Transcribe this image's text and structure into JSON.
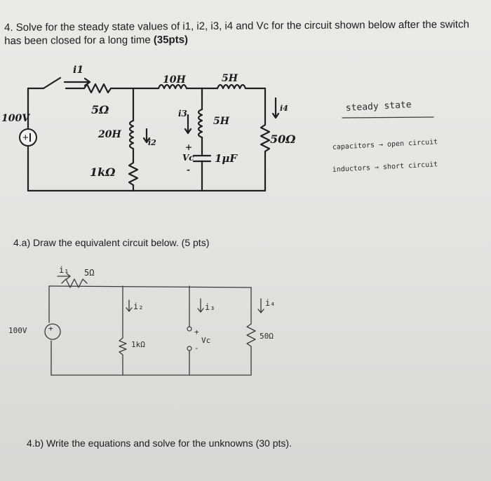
{
  "question": {
    "number": "4.",
    "text": "Solve for the steady state values of i1, i2, i3, i4 and Vc for the circuit shown below after the switch has been closed for a long time",
    "points": "(35pts)"
  },
  "circuit_1": {
    "i1": "i1",
    "r5": "5Ω",
    "l10": "10H",
    "l5a": "5H",
    "source": "100V",
    "i3": "i3",
    "l5b": "5H",
    "i4": "i4",
    "l20": "20H",
    "i2": "i2",
    "vc": "Vc",
    "cap": "1μF",
    "r50": "50Ω",
    "r1k": "1kΩ",
    "plus": "+",
    "minus": "-"
  },
  "notes": {
    "title": "steady state",
    "line1": "capacitors → open circuit",
    "line2": "inductors → short circuit"
  },
  "part_a": {
    "text": "4.a) Draw the equivalent circuit below. (5 pts)"
  },
  "circuit_2": {
    "i1": "i₁",
    "r5": "5Ω",
    "i2": "i₂",
    "i3": "i₃",
    "i4": "i₄",
    "source": "100V",
    "r1k": "1kΩ",
    "vc": "Vc",
    "r50": "50Ω",
    "plus": "+",
    "minus": "-"
  },
  "part_b": {
    "text": "4.b) Write the equations and solve for the unknowns (30 pts)."
  }
}
